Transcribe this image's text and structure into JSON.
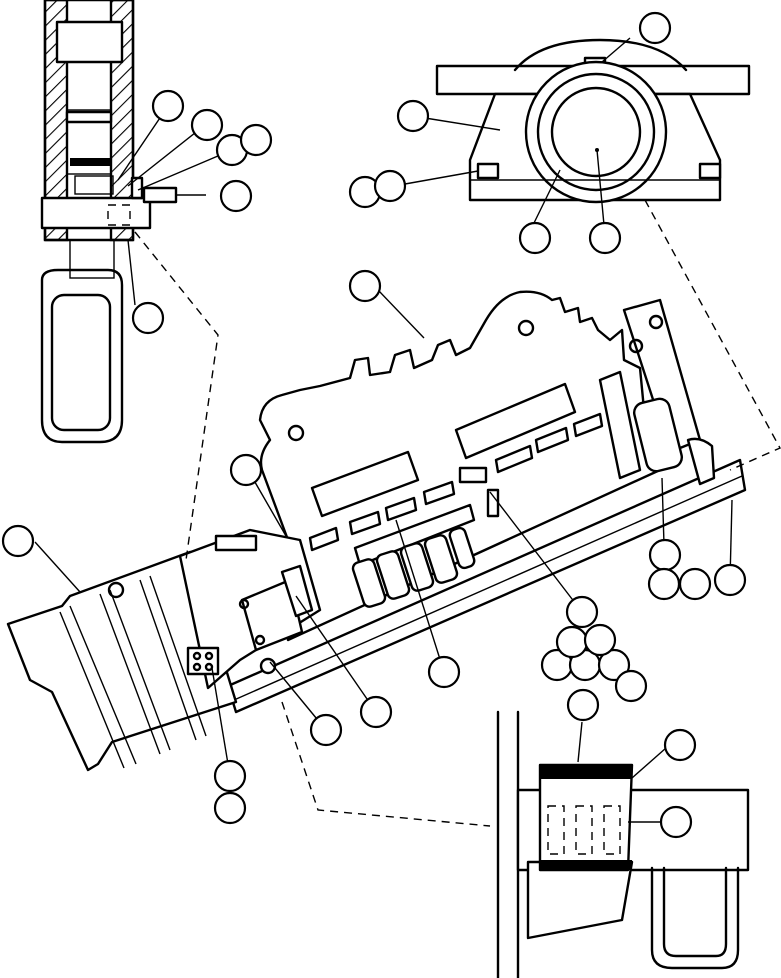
{
  "diagram": {
    "views": [
      "view-pillow-block-section",
      "view-pillow-block-end",
      "view-hood-assembly",
      "view-clamp-detail"
    ],
    "callouts": [
      {
        "id": "c1"
      },
      {
        "id": "c2"
      },
      {
        "id": "c3"
      },
      {
        "id": "c4"
      },
      {
        "id": "c5"
      },
      {
        "id": "c6"
      },
      {
        "id": "c7"
      },
      {
        "id": "c8"
      },
      {
        "id": "c9"
      },
      {
        "id": "c10"
      },
      {
        "id": "c11"
      },
      {
        "id": "c12"
      },
      {
        "id": "c13"
      },
      {
        "id": "c14"
      },
      {
        "id": "c15"
      },
      {
        "id": "c16"
      },
      {
        "id": "c17"
      },
      {
        "id": "c18"
      },
      {
        "id": "c19"
      },
      {
        "id": "c20"
      },
      {
        "id": "c21"
      },
      {
        "id": "c22"
      },
      {
        "id": "c23"
      },
      {
        "id": "c24"
      },
      {
        "id": "c25"
      },
      {
        "id": "c26"
      },
      {
        "id": "c27"
      },
      {
        "id": "c28"
      },
      {
        "id": "c29"
      },
      {
        "id": "c30"
      },
      {
        "id": "c31"
      },
      {
        "id": "c32"
      },
      {
        "id": "c33"
      },
      {
        "id": "c34"
      }
    ],
    "colors": {
      "ink": "#000000",
      "paper": "#ffffff"
    }
  }
}
